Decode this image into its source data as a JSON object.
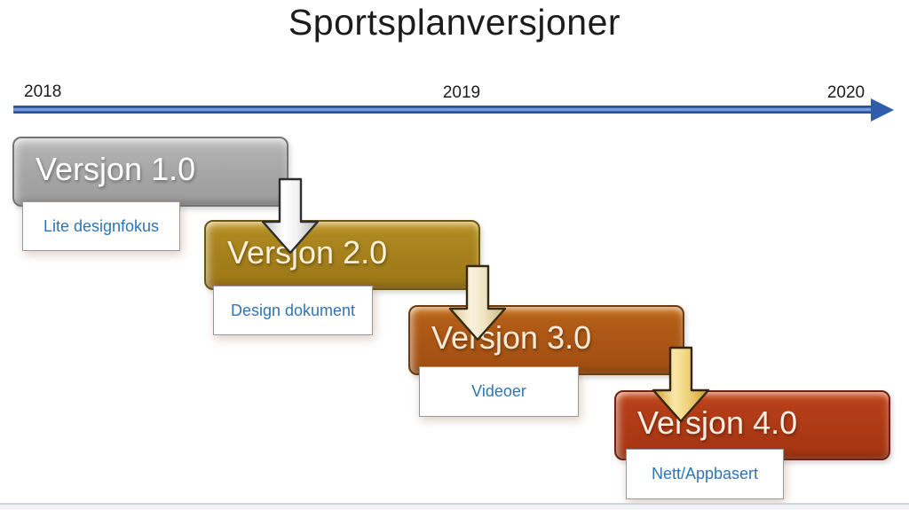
{
  "slide": {
    "title": "Sportsplanversjoner",
    "background_color": "#ffffff"
  },
  "timeline": {
    "years": [
      {
        "label": "2018"
      },
      {
        "label": "2019"
      },
      {
        "label": "2020"
      }
    ],
    "line_color": "#2f5dab",
    "line_highlight_color": "#7aa0d8"
  },
  "versions": [
    {
      "title": "Versjon 1.0",
      "label": "Lite designfokus",
      "box_color": "#a5a5a5",
      "box_border_color": "#747474",
      "title_color": "#ffffff",
      "label_text_color": "#2e74b5"
    },
    {
      "title": "Versjon 2.0",
      "label": "Design dokument",
      "box_color": "#a87f1c",
      "box_border_color": "#6d5511",
      "title_color": "#f8f0d9",
      "label_text_color": "#2e74b5"
    },
    {
      "title": "Versjon 3.0",
      "label": "Videoer",
      "box_color": "#ad5915",
      "box_border_color": "#6c3a10",
      "title_color": "#f8ecd8",
      "label_text_color": "#2e74b5"
    },
    {
      "title": "Versjon 4.0",
      "label": "Nett/Appbasert",
      "box_color": "#b03b17",
      "box_border_color": "#6c2410",
      "title_color": "#fbeee2",
      "label_text_color": "#2e74b5"
    }
  ],
  "connector_arrows": [
    {
      "name": "arrow-1-to-2",
      "fill": "#f0f0f0",
      "outline": "#2e2e2e"
    },
    {
      "name": "arrow-2-to-3",
      "fill": "#efe3c2",
      "outline": "#332a14"
    },
    {
      "name": "arrow-3-to-4",
      "fill": "#ecc55a",
      "outline": "#332510"
    }
  ]
}
